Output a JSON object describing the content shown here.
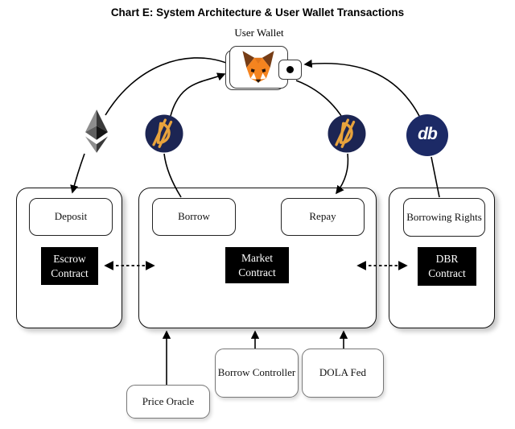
{
  "title": "Chart E: System Architecture & User Wallet Transactions",
  "wallet": {
    "label": "User Wallet",
    "icon": "metamask-fox-icon"
  },
  "tokens": {
    "eth": {
      "icon": "ethereum-icon"
    },
    "dola_left": {
      "icon": "dola-coin-icon",
      "circle_color": "#1C2553",
      "symbol_color": "#E8A33C"
    },
    "dola_right": {
      "icon": "dola-coin-icon",
      "circle_color": "#1C2553",
      "symbol_color": "#E8A33C"
    },
    "dbr": {
      "icon": "dbr-coin-icon",
      "label": "db",
      "circle_color": "#1C2A66",
      "text_color": "#FFFFFF"
    }
  },
  "containers": {
    "escrow": {
      "action": "Deposit",
      "contract": "Escrow Contract"
    },
    "market": {
      "action_left": "Borrow",
      "action_right": "Repay",
      "contract": "Market Contract"
    },
    "dbr": {
      "action": "Borrowing Rights",
      "contract": "DBR Contract"
    }
  },
  "support": [
    {
      "label": "Price Oracle"
    },
    {
      "label": "Borrow Controller"
    },
    {
      "label": "DOLA Fed"
    }
  ],
  "edges": [
    {
      "from": "User Wallet",
      "via": "ETH",
      "to": "Deposit",
      "style": "solid-curve"
    },
    {
      "from": "Borrow",
      "via": "DOLA",
      "to": "User Wallet",
      "style": "solid-curve"
    },
    {
      "from": "User Wallet",
      "via": "DOLA",
      "to": "Repay",
      "style": "solid-curve"
    },
    {
      "from": "Borrowing Rights",
      "via": "DBR",
      "to": "User Wallet",
      "style": "solid-curve"
    },
    {
      "from": "Escrow Contract",
      "to": "Market Contract",
      "style": "dashed-double-arrow"
    },
    {
      "from": "Market Contract",
      "to": "DBR Contract",
      "style": "dashed-double-arrow"
    },
    {
      "from": "Price Oracle",
      "to": "Market Contract",
      "style": "solid-up-arrow"
    },
    {
      "from": "Borrow Controller",
      "to": "Market Contract",
      "style": "solid-up-arrow"
    },
    {
      "from": "DOLA Fed",
      "to": "Market Contract",
      "style": "solid-up-arrow"
    }
  ],
  "colors": {
    "contract_bg": "#000000",
    "contract_text": "#FFFFFF",
    "line": "#000000"
  }
}
